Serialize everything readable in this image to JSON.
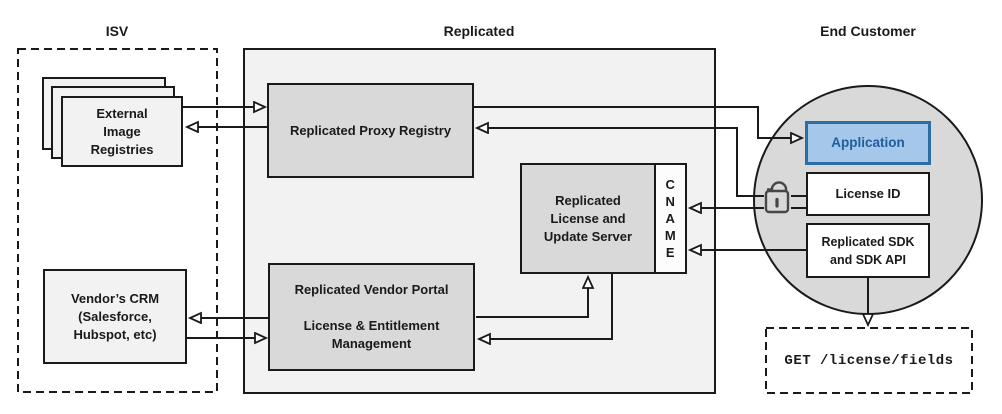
{
  "sections": {
    "isv": {
      "label": "ISV"
    },
    "replicated": {
      "label": "Replicated"
    },
    "end_customer": {
      "label": "End Customer"
    }
  },
  "nodes": {
    "external_image_registries": {
      "label": "External\nImage\nRegistries"
    },
    "vendors_crm": {
      "label": "Vendor’s CRM\n(Salesforce,\nHubspot, etc)"
    },
    "proxy_registry": {
      "label": "Replicated Proxy Registry"
    },
    "license_update_server": {
      "label": "Replicated\nLicense and\nUpdate Server"
    },
    "cname": {
      "label": "C\nN\nA\nM\nE"
    },
    "vendor_portal": {
      "label": "Replicated Vendor Portal\n\nLicense & Entitlement\nManagement"
    },
    "application": {
      "label": "Application"
    },
    "license_id": {
      "label": "License ID"
    },
    "replicated_sdk": {
      "label": "Replicated SDK\nand SDK API"
    },
    "get_license_fields": {
      "label": "GET /license/fields"
    }
  },
  "icons": {
    "unlock_icon": "open-padlock"
  },
  "colors": {
    "line": "#1a1a1a",
    "replicated_container_fill": "#f2f2f2",
    "gray_box_fill": "#d9d9d9",
    "light_box_fill": "#f2f2f2",
    "customer_circle_fill": "#d9d9d9",
    "application_fill": "#a5c7e9",
    "application_border": "#2d6da6",
    "application_text": "#215e9e",
    "lock_stroke": "#474747"
  }
}
